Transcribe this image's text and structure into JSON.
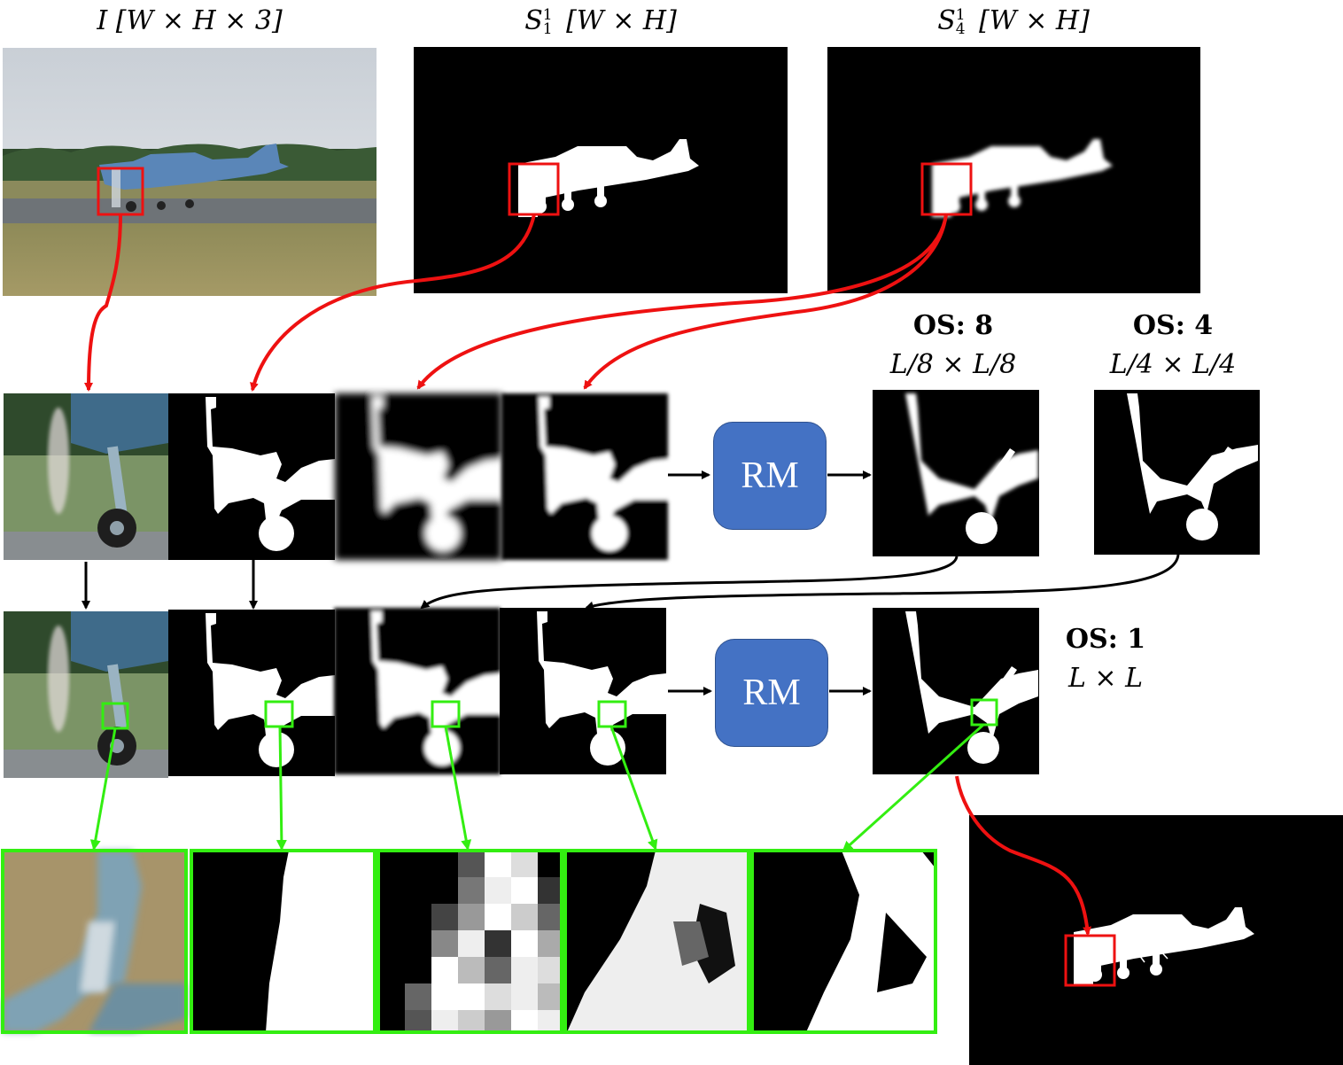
{
  "labels": {
    "input": {
      "symbol": "I",
      "dims": "[W × H × 3]"
    },
    "seg1": {
      "symbol": "S",
      "sub": "1",
      "sup": "1",
      "dims": "[W × H]"
    },
    "seg4": {
      "symbol": "S",
      "sub": "4",
      "sup": "1",
      "dims": "[W × H]"
    },
    "os8": {
      "title": "OS: 8",
      "size": "L/8 × L/8"
    },
    "os4": {
      "title": "OS: 4",
      "size": "L/4 × L/4"
    },
    "os1": {
      "title": "OS: 1",
      "size": "L × L"
    }
  },
  "modules": {
    "rm_top": "RM",
    "rm_bottom": "RM"
  },
  "colors": {
    "red_arrow": "#ee1111",
    "green_arrow": "#33ee11",
    "black_arrow": "#000000",
    "rm_fill": "#4472c4"
  }
}
